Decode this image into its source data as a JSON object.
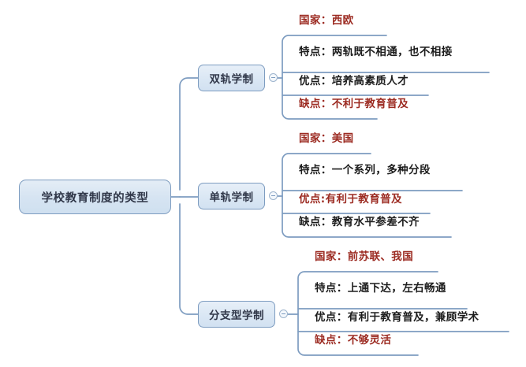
{
  "diagram": {
    "type": "mindmap",
    "title": "学校教育制度的类型",
    "colors": {
      "node_fill": "#d9e6f4",
      "node_border": "#7d9cc0",
      "connector": "#7d9cc0",
      "text_black": "#1c1c1c",
      "text_red": "#9c2b22",
      "background": "#ffffff"
    },
    "root": {
      "label": "学校教育制度的类型"
    },
    "branches": [
      {
        "label": "双轨学制",
        "toggle_icon": "collapse-minus-icon",
        "leaves": [
          {
            "text": "国家：西欧",
            "color": "red"
          },
          {
            "text": "特点：两轨既不相通，也不相接",
            "color": "black"
          },
          {
            "text": "优点：培养高素质人才",
            "color": "black"
          },
          {
            "text": "缺点：不利于教育普及",
            "color": "red"
          }
        ]
      },
      {
        "label": "单轨学制",
        "toggle_icon": "collapse-minus-icon",
        "leaves": [
          {
            "text": "国家：美国",
            "color": "red"
          },
          {
            "text": "特点：一个系列，多种分段",
            "color": "black"
          },
          {
            "text": "优点:有利于教育普及",
            "color": "red"
          },
          {
            "text": "缺点：教育水平参差不齐",
            "color": "black"
          }
        ]
      },
      {
        "label": "分支型学制",
        "toggle_icon": "collapse-minus-icon",
        "leaves": [
          {
            "text": "国家：前苏联、我国",
            "color": "red"
          },
          {
            "text": "特点：上通下达，左右畅通",
            "color": "black"
          },
          {
            "text": "优点：有利于教育普及，兼顾学术",
            "color": "black"
          },
          {
            "text": "缺点：不够灵活",
            "color": "red"
          }
        ]
      }
    ]
  }
}
